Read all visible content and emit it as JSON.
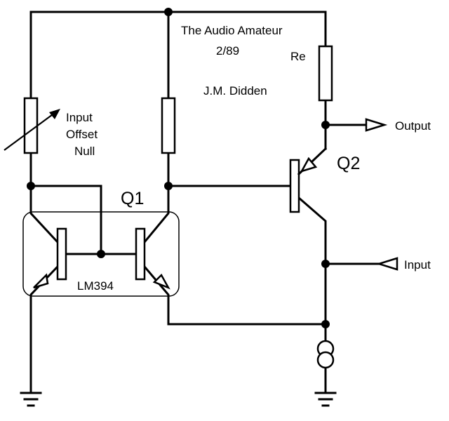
{
  "notes": {
    "source": "The Audio Amateur",
    "issue": "2/89",
    "author": "J.M. Didden"
  },
  "labels": {
    "re": "Re",
    "output": "Output",
    "input": "Input",
    "q1": "Q1",
    "q2": "Q2",
    "lm394": "LM394",
    "offset_line1": "Input",
    "offset_line2": "Offset",
    "offset_line3": "Null"
  }
}
